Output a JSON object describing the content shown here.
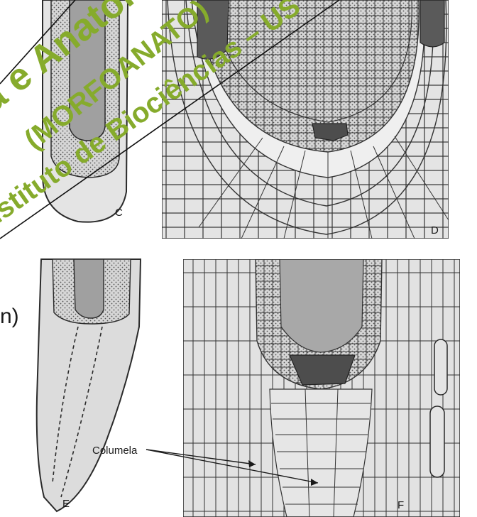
{
  "panels": {
    "c": {
      "letter": "C"
    },
    "d": {
      "letter": "D"
    },
    "e": {
      "letter": "E"
    },
    "f": {
      "letter": "F"
    }
  },
  "annotations": {
    "columela": "Columela",
    "cut_text": "n)"
  },
  "watermark": {
    "line1": "a e Anatom",
    "line2": "(MORFOANATO)",
    "line3": "Instituto de Biociências – US",
    "color": "#86ab2c"
  },
  "colors": {
    "background": "#ffffff",
    "cell_line": "#2a2a2a",
    "tissue_fill": "#d9d9d9",
    "stele_fill": "#a3a3a3",
    "meristem_fill": "#5a5a5a"
  }
}
